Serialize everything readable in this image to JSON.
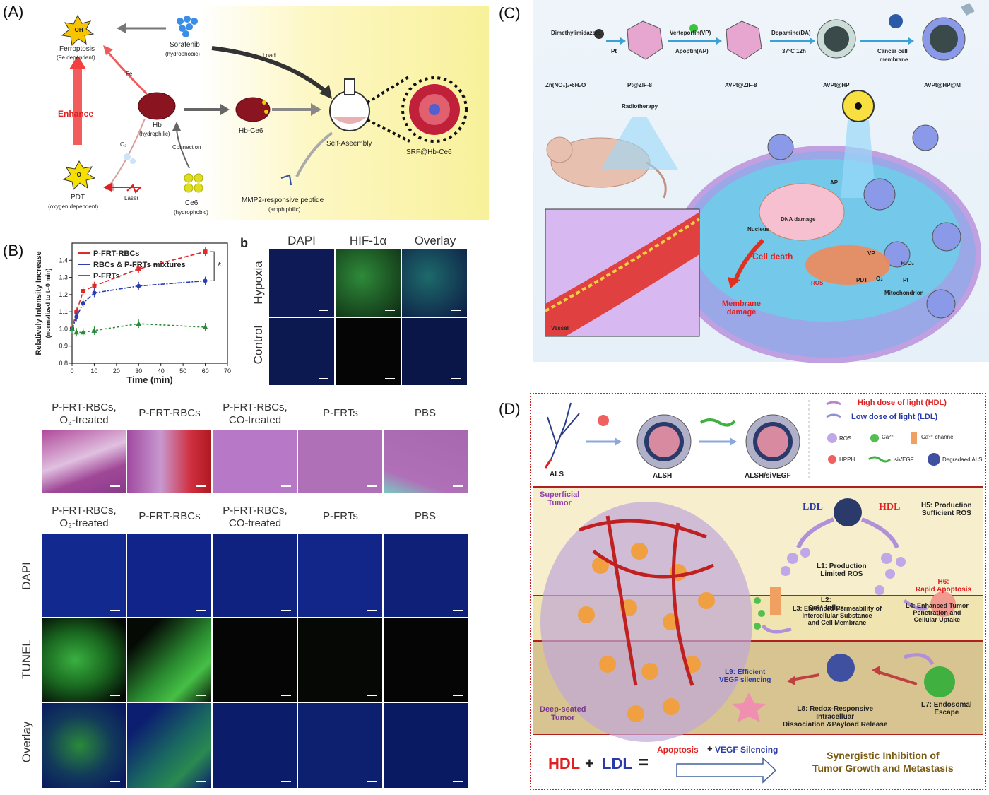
{
  "panelA": {
    "letter": "(A)",
    "ferroptosis": "Ferroptosis",
    "ferroptosis_sub": "(Fe dependent)",
    "oh": "·OH",
    "fe": "Fe",
    "sorafenib": "Sorafenib",
    "sorafenib_sub": "(hydrophobic)",
    "enhance": "Enhance",
    "hb": "Hb",
    "hb_sub": "(hydrophilic)",
    "hb_ce6": "Hb-Ce6",
    "load": "Load",
    "self_assembly": "Self-Aseembly",
    "srf": "SRF@Hb-Ce6",
    "o2": "O₂",
    "connection": "Connection",
    "pdt": "PDT",
    "pdt_sub": "(oxygen dependent)",
    "laser": "Laser",
    "ce6": "Ce6",
    "ce6_sub": "(hydrophobic)",
    "mmp2": "MMP2-responsive peptide",
    "mmp2_sub": "(amphiphilic)",
    "singlet_o": "¹O"
  },
  "panelB": {
    "letter": "(B)",
    "sub_b": "b",
    "micro_cols": [
      "DAPI",
      "HIF-1α",
      "Overlay"
    ],
    "micro_rows": [
      "Hypoxia",
      "Control"
    ],
    "he_headers": [
      "P-FRT-RBCs,\nO₂-treated",
      "P-FRT-RBCs",
      "P-FRT-RBCs,\nCO-treated",
      "P-FRTs",
      "PBS"
    ],
    "tunel_headers": [
      "P-FRT-RBCs,\nO₂-treated",
      "P-FRT-RBCs",
      "P-FRT-RBCs,\nCO-treated",
      "P-FRTs",
      "PBS"
    ],
    "tunel_rows": [
      "DAPI",
      "TUNEL",
      "Overlay"
    ],
    "significance": "*"
  },
  "chart_data": {
    "type": "line",
    "ylabel": "Relatively Intensity Increase",
    "ylabel2": "(normalized to t=0 min)",
    "xlabel": "Time (min)",
    "xlim": [
      0,
      70
    ],
    "ylim": [
      0.8,
      1.5
    ],
    "xticks": [
      0,
      10,
      20,
      30,
      40,
      50,
      60,
      70
    ],
    "yticks": [
      0.8,
      0.9,
      1.0,
      1.1,
      1.2,
      1.3,
      1.4
    ],
    "series": [
      {
        "name": "P-FRT-RBCs",
        "color": "#e02a2a",
        "x": [
          0,
          2,
          5,
          10,
          30,
          60
        ],
        "y": [
          1.0,
          1.1,
          1.22,
          1.25,
          1.35,
          1.45
        ]
      },
      {
        "name": "RBCs & P-FRTs mixtures",
        "color": "#2a3fb0",
        "x": [
          0,
          2,
          5,
          10,
          30,
          60
        ],
        "y": [
          1.0,
          1.07,
          1.15,
          1.21,
          1.25,
          1.28
        ]
      },
      {
        "name": "P-FRTs",
        "color": "#2a8a3a",
        "x": [
          0,
          2,
          5,
          10,
          30,
          60
        ],
        "y": [
          1.0,
          0.98,
          0.98,
          0.99,
          1.03,
          1.01
        ]
      }
    ]
  },
  "panelC": {
    "letter": "(C)",
    "dimethyl": "Dimethylimidazole",
    "zn": "Zn(NO₃)₂•6H₂O",
    "pt": "Pt",
    "pt_zif": "Pt@ZIF-8",
    "vp": "Verteporfin(VP)",
    "ap": "Apoptin(AP)",
    "avpt_zif": "AVPt@ZIF-8",
    "da": "Dopamine(DA)",
    "da_cond": "37°C 12h",
    "avpt_hp": "AVPt@HP",
    "ccm": "Cancer cell",
    "ccm2": "membrane",
    "avpt_hpm": "AVPt@HP@M",
    "radiotherapy": "Radiotherapy",
    "vessel": "Vessel",
    "ap_label": "AP",
    "nucleus": "Nucleus",
    "dna_damage": "DNA damage",
    "cell_death": "Cell death",
    "membrane_damage": "Membrane\ndamage",
    "vp_label": "VP",
    "h2o2": "H₂O₂",
    "pdt": "PDT",
    "o2": "O₂",
    "pt_label": "Pt",
    "mito": "Mitochondrion",
    "ros": "ROS"
  },
  "panelD": {
    "letter": "(D)",
    "hdl_legend": "High dose of light (HDL)",
    "ldl_legend": "Low dose of light (LDL)",
    "als": "ALS",
    "alsh": "ALSH",
    "alsh_si": "ALSH/siVEGF",
    "ros": "ROS",
    "ca": "Ca²⁺",
    "ca_channel": "Ca²⁺ channel",
    "hpph": "HPPH",
    "sivegf": "siVEGF",
    "degraded": "Degradaed ALS",
    "superficial": "Superficial\nTumor",
    "deep": "Deep-seated\nTumor",
    "ldl": "LDL",
    "hdl": "HDL",
    "l1": "L1: Production\nLimited ROS",
    "h5": "H5: Production\nSufficient ROS",
    "l2": "L2:\nCa²⁺ Influx",
    "h6": "H6:\nRapid Apoptosis",
    "l3": "L3: Enhanced Permeability of\nIntercellular Substance\nand Cell Membrane",
    "l4": "L4: Enhanced Tumor\nPenetration and\nCellular Uptake",
    "l7": "L7: Endosomal\nEscape",
    "l8": "L8: Redox-Responsive\nIntracelluar\nDissociation &Payload Release",
    "l9": "L9: Efficient\nVEGF silencing",
    "eq_hdl": "HDL",
    "eq_plus": "+",
    "eq_ldl": "LDL",
    "eq_eq": "=",
    "apoptosis": "Apoptosis",
    "plus2": "+",
    "vegf_sil": "VEGF Silencing",
    "synergy": "Synergistic Inhibition of\nTumor Growth and Metastasis"
  }
}
